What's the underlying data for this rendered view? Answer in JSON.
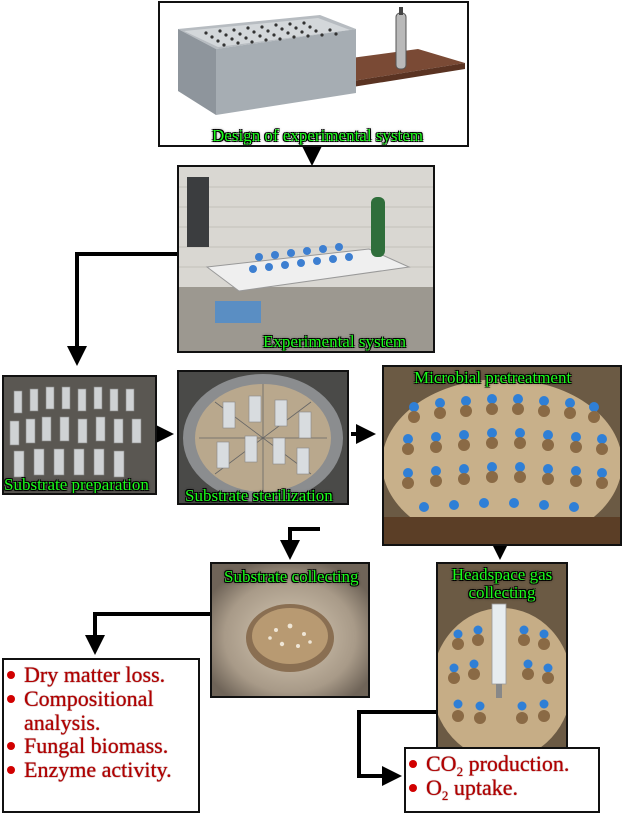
{
  "steps": {
    "design": "Design of experimental system",
    "experimental": "Experimental system",
    "substrate_prep": "Substrate preparation",
    "sterilization": "Substrate sterilization",
    "pretreatment": "Microbial pretreatment",
    "collecting": "Substrate collecting",
    "headspace": "Headspace gas collecting"
  },
  "results_left": [
    "Dry matter loss.",
    "Compositional analysis.",
    "Fungal biomass.",
    "Enzyme activity."
  ],
  "results_right": {
    "co2_prefix": "CO",
    "co2_sub": "2",
    "co2_suffix": " production.",
    "o2_prefix": "O",
    "o2_sub": "2",
    "o2_suffix": " uptake."
  },
  "colors": {
    "caption": "#1aff1a",
    "result_text": "#b30000",
    "connector": "#000000"
  }
}
